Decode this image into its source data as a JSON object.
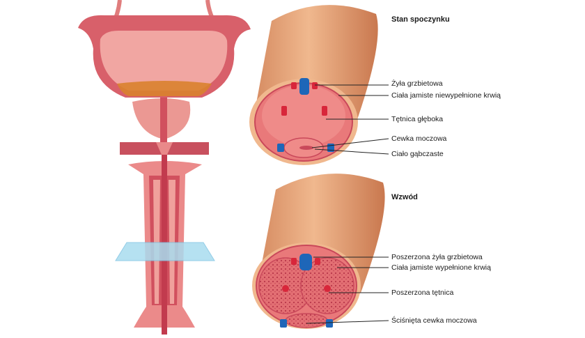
{
  "sections": {
    "rest": {
      "title": "Stan spoczynku",
      "labels": {
        "dorsal_vein": "Żyła grzbietowa",
        "cavernosa": "Ciała jamiste niewypełnione krwią",
        "deep_artery": "Tętnica głęboka",
        "urethra": "Cewka moczowa",
        "spongiosum": "Ciało gąbczaste"
      }
    },
    "erection": {
      "title": "Wzwód",
      "labels": {
        "dorsal_vein": "Poszerzona żyła grzbietowa",
        "cavernosa": "Ciała jamiste wypełnione krwią",
        "artery": "Poszerzona tętnica",
        "urethra": "Ściśnięta cewka moczowa"
      }
    }
  },
  "colors": {
    "skin": "#e9a77c",
    "skin_dark": "#c97e57",
    "tissue": "#e9797a",
    "tissue_dark": "#c9485a",
    "tissue_light": "#f4a9a2",
    "vein": "#1e66b8",
    "artery": "#d8263a",
    "plane": "#a9dcef",
    "leader": "#222222"
  }
}
